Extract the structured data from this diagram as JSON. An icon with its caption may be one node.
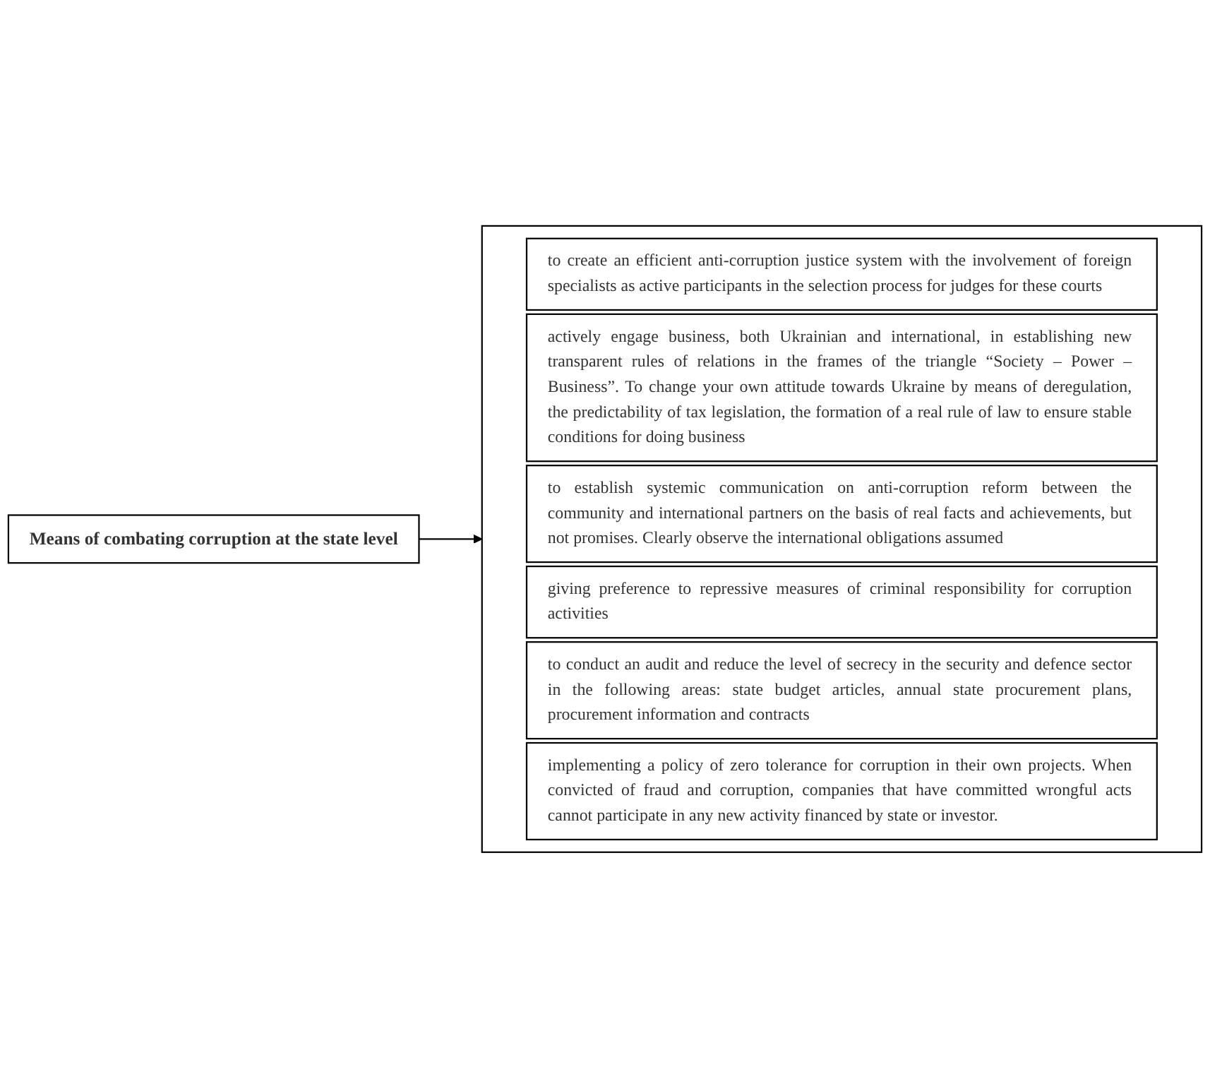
{
  "diagram": {
    "nodes": [
      {
        "text": [
          "Means of combating corruption at the state level"
        ]
      },
      {
        "text": [],
        "shape": "box"
      },
      {
        "text": [
          "to create an efficient anti-corruption justice system with the involvement of foreign specialists as active participants in the selection process for judges for these courts"
        ],
        "in": 1
      },
      {
        "text": [
          "actively engage business, both Ukrainian and international, in establishing new transparent rules of relations in the frames of the triangle “Society – Power – Business”. To change your own attitude towards Ukraine by means of deregulation, the predictability of tax legislation, the formation of a real rule of law to ensure stable conditions for doing business"
        ],
        "in": 1
      },
      {
        "text": [
          "to establish systemic communication on anti-corruption reform between the community and international partners on the basis of real facts and achievements, but not promises. Clearly observe the international obligations assumed"
        ],
        "in": 1
      },
      {
        "text": [
          "giving preference to repressive measures of criminal responsibility for corruption activities"
        ],
        "in": 1
      },
      {
        "text": [
          "to conduct an audit and reduce the level of secrecy in the security and defence sector in the following areas: state budget articles, annual state procurement plans, procurement information and contracts"
        ],
        "in": 1
      },
      {
        "text": [
          "implementing a policy of zero tolerance for corruption in their own projects. When convicted of fraud and corruption, companies that have committed wrongful acts cannot participate in any new activity financed by state or investor."
        ],
        "in": 1
      }
    ],
    "edges": [
      {
        "from": 0,
        "to": 1,
        "arrow": "to"
      }
    ]
  }
}
